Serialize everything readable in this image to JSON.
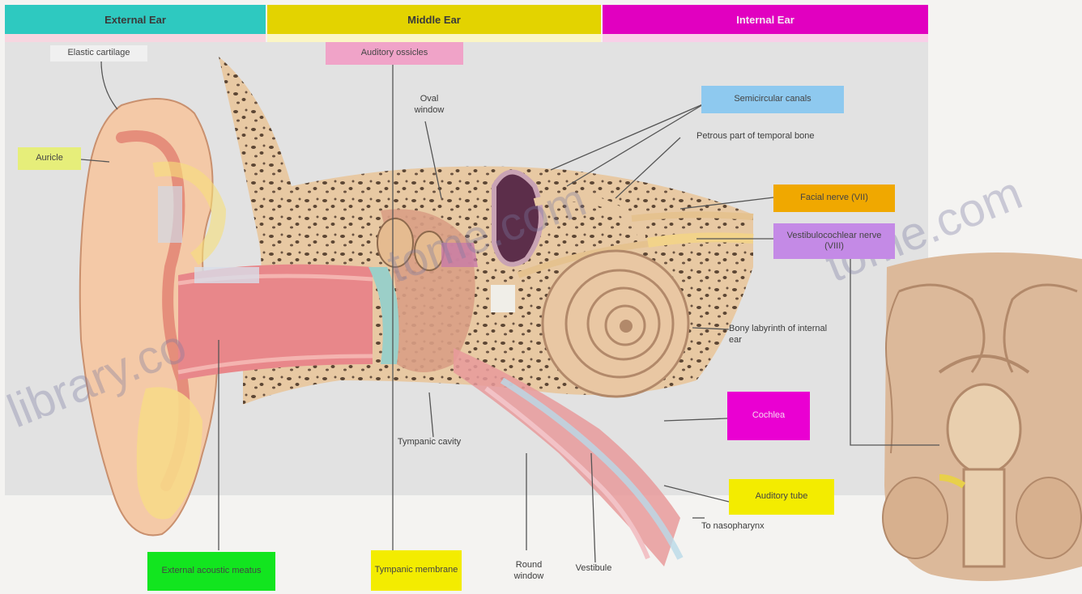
{
  "sections": {
    "outer_ear": "External Ear",
    "middle_ear": "Middle Ear",
    "inner_ear": "Internal Ear"
  },
  "labels": {
    "elastic_cartilage": "Elastic cartilage",
    "auricle": "Auricle",
    "auditory_ossicles": "Auditory ossicles",
    "oval_window": "Oval window",
    "semicircular_canals": "Semicircular canals",
    "petrous_part": "Petrous part of temporal bone",
    "facial_nerve": "Facial nerve (VII)",
    "vestibulocochlear_nerve": "Vestibulocochlear nerve (VIII)",
    "bony_labyrinth": "Bony labyrinth of internal ear",
    "cochlea": "Cochlea",
    "auditory_tube": "Auditory tube",
    "to_nasopharynx": "To nasopharynx",
    "tympanic_cavity": "Tympanic cavity",
    "external_acoustic_meatus": "External acoustic meatus",
    "tympanic_membrane": "Tympanic membrane",
    "round_window": "Round window",
    "vestibule": "Vestibule"
  },
  "watermark": {
    "left": "library.co",
    "center": "tome.com",
    "right": "tome.com"
  },
  "colors": {
    "outer": "#2ec9c0",
    "middle": "#e3d300",
    "inner": "#e100c0",
    "label_green": "#12e51f",
    "label_yellow": "#f3ec00",
    "label_orange": "#f0a800",
    "label_violet": "#c48ae6",
    "label_blue": "#8ec9ef",
    "label_magenta": "#ea00d2",
    "label_pink": "#f0a3c8",
    "label_lime": "#e6ee7a"
  }
}
